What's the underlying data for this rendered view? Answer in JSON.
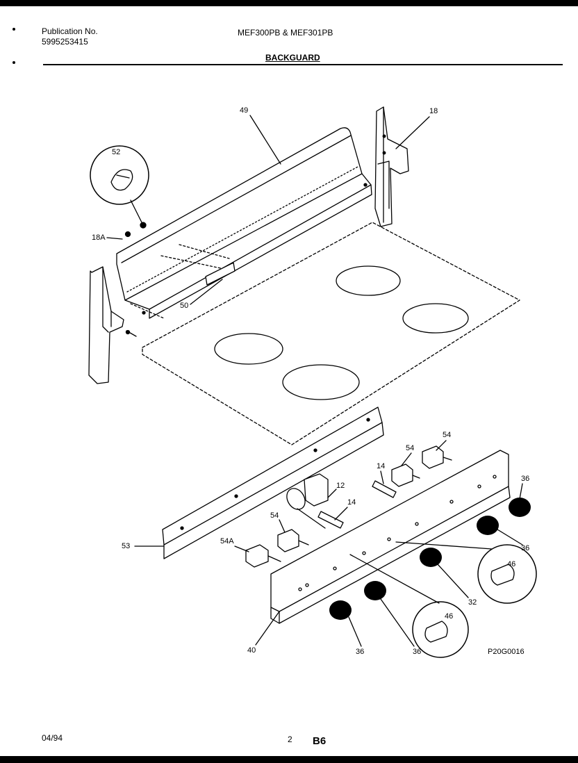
{
  "header": {
    "publication_label": "Publication No.",
    "publication_number": "5995253415",
    "models": "MEF300PB & MEF301PB",
    "section": "BACKGUARD"
  },
  "footer": {
    "date": "04/94",
    "page_number": "2",
    "page_code": "B6"
  },
  "diagram": {
    "figure_code": "P20G0016",
    "labels": {
      "part_49": "49",
      "part_18": "18",
      "part_52": "52",
      "part_18a": "18A",
      "part_50": "50",
      "part_53": "53",
      "part_54_top": "54",
      "part_54_mid": "54",
      "part_54_left": "54",
      "part_54a": "54A",
      "part_14_top": "14",
      "part_14_mid": "14",
      "part_12": "12",
      "part_36_r1": "36",
      "part_36_r2": "36",
      "part_36_b1": "36",
      "part_36_b2": "36",
      "part_46_right": "46",
      "part_46_bottom": "46",
      "part_32": "32",
      "part_40": "40"
    }
  }
}
